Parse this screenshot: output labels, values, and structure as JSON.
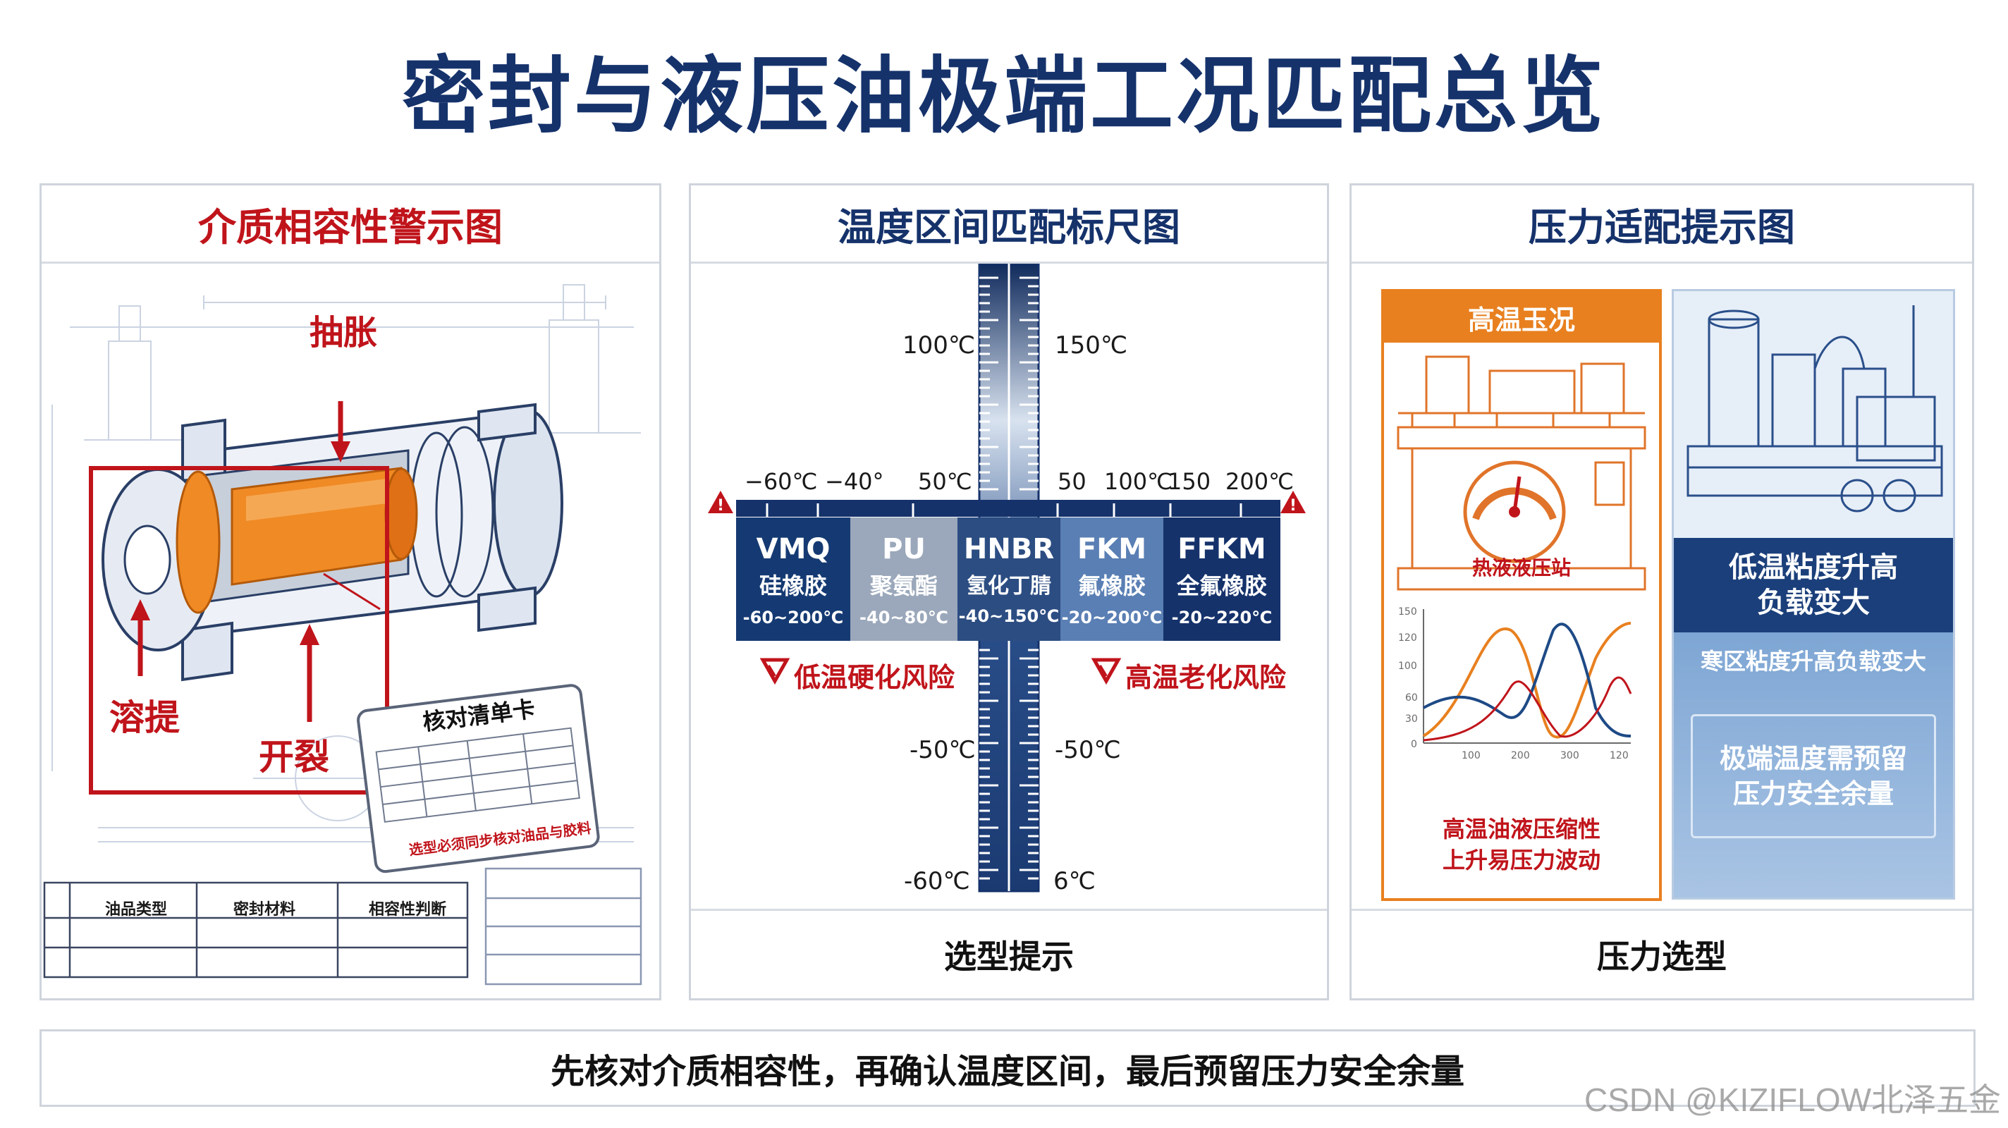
{
  "page_title": "密封与液压油极端工况匹配总览",
  "panel1": {
    "heading": "介质相容性警示图",
    "labels": {
      "swell": "抽胀",
      "dissolve": "溶提",
      "crack": "开裂"
    },
    "card": {
      "title": "核对清单卡",
      "note": "选型必须同步核对油品与胶料"
    },
    "table_headers": [
      "油品类型",
      "密封材料",
      "相容性判断"
    ]
  },
  "panel2": {
    "heading": "温度区间匹配标尺图",
    "ruler_top_left": "100℃",
    "ruler_top_right": "150℃",
    "ruler_mid_left": "-50℃",
    "ruler_mid_right": "-50℃",
    "ruler_bottom_left": "-60℃",
    "ruler_bottom_right": "6℃",
    "scale_ticks": [
      "−60℃",
      "−40°",
      "50℃",
      "50",
      "100℃",
      "150",
      "200℃"
    ],
    "materials": [
      {
        "code": "VMQ",
        "name": "硅橡胶",
        "range": "-60~200℃"
      },
      {
        "code": "PU",
        "name": "聚氨酯",
        "range": "-40~80℃"
      },
      {
        "code": "HNBR",
        "name": "氢化丁腈",
        "range": "-40~150℃"
      },
      {
        "code": "FKM",
        "name": "氟橡胶",
        "range": "-20~200℃"
      },
      {
        "code": "FFKM",
        "name": "全氟橡胶",
        "range": "-20~220℃"
      }
    ],
    "risk_low": "低温硬化风险",
    "risk_high": "高温老化风险",
    "footer": "选型提示"
  },
  "panel3": {
    "heading": "压力适配提示图",
    "hot_title": "高温玉况",
    "hot_station": "热液液压站",
    "hot_note_line1": "高温油液压缩性",
    "hot_note_line2": "上升易压力波动",
    "cold_box1_line1": "低温粘度升高",
    "cold_box1_line2": "负载变大",
    "cold_box2": "寒区粘度升高负载变大",
    "cold_box3_line1": "极端温度需预留",
    "cold_box3_line2": "压力安全余量",
    "footer": "压力选型",
    "chart_axis_y": [
      "150",
      "120",
      "100",
      "60",
      "30",
      "0"
    ],
    "chart_axis_x": [
      "100",
      "200",
      "300",
      "120"
    ]
  },
  "bottom_message": "先核对介质相容性，再确认温度区间，最后预留压力安全余量",
  "watermark": "CSDN @KIZIFLOW北泽五金",
  "colors": {
    "navy": "#15326b",
    "red": "#c0141b",
    "orange": "#e8801f",
    "light_blue": "#7ea6d4"
  }
}
